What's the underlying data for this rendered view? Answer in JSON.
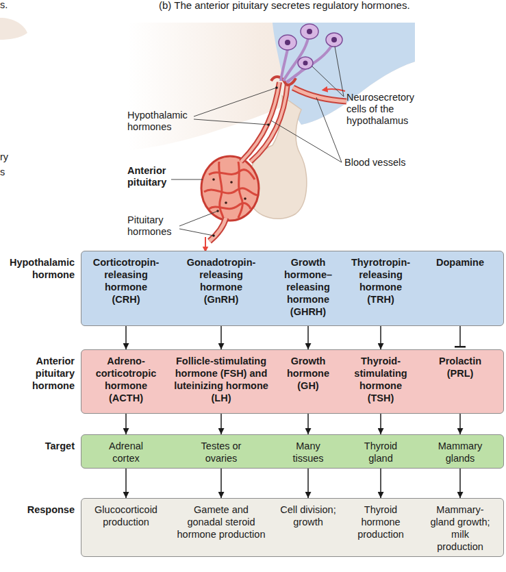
{
  "diagram": {
    "title": "(b) The anterior pituitary secretes regulatory hormones.",
    "nodes": [
      {
        "text": [
          "Hypothalamic hormone"
        ]
      },
      {
        "text": [
          "Corticotropin- releasing hormone (CRH)"
        ],
        "in": 0
      },
      {
        "text": [
          "Gonadotropin- releasing hormone (GnRH)"
        ],
        "in": 0
      },
      {
        "text": [
          "Growth hormone– releasing hormone (GHRH)"
        ],
        "in": 0
      },
      {
        "text": [
          "Thyrotropin- releasing hormone (TRH)"
        ],
        "in": 0
      },
      {
        "text": [
          "Dopamine"
        ],
        "in": 0
      },
      {
        "text": [
          "Anterior pituitary hormone"
        ]
      },
      {
        "text": [
          "Adreno- corticotropic hormone (ACTH)"
        ],
        "in": 6
      },
      {
        "text": [
          "Follicle-stimulating hormone (FSH) and luteinizing hormone (LH)"
        ],
        "in": 6
      },
      {
        "text": [
          "Growth hormone (GH)"
        ],
        "in": 6
      },
      {
        "text": [
          "Thyroid- stimulating hormone (TSH)"
        ],
        "in": 6
      },
      {
        "text": [
          "Prolactin (PRL)"
        ],
        "in": 6
      },
      {
        "text": [
          "Target"
        ]
      },
      {
        "text": [
          "Adrenal cortex"
        ],
        "in": 12
      },
      {
        "text": [
          "Testes or ovaries"
        ],
        "in": 12
      },
      {
        "text": [
          "Many tissues"
        ],
        "in": 12
      },
      {
        "text": [
          "Thyroid gland"
        ],
        "in": 12
      },
      {
        "text": [
          "Mammary glands"
        ],
        "in": 12
      },
      {
        "text": [
          "Response"
        ]
      },
      {
        "text": [
          "Glucocorticoid production"
        ],
        "in": 18
      },
      {
        "text": [
          "Gamete and gonadal steroid hormone production"
        ],
        "in": 18
      },
      {
        "text": [
          "Cell division; growth"
        ],
        "in": 18
      },
      {
        "text": [
          "Thyroid hormone production"
        ],
        "in": 18
      },
      {
        "text": [
          "Mammary- gland growth; milk production"
        ],
        "in": 18
      }
    ],
    "edges": [
      {
        "from": 1,
        "to": 7,
        "arrow": "to"
      },
      {
        "from": 2,
        "to": 8,
        "arrow": "to"
      },
      {
        "from": 3,
        "to": 9,
        "arrow": "to"
      },
      {
        "from": 4,
        "to": 10,
        "arrow": "to"
      },
      {
        "from": 5,
        "to": 11,
        "arrow": "to"
      },
      {
        "from": 7,
        "to": 13,
        "arrow": "to"
      },
      {
        "from": 8,
        "to": 14,
        "arrow": "to"
      },
      {
        "from": 9,
        "to": 15,
        "arrow": "to"
      },
      {
        "from": 10,
        "to": 16,
        "arrow": "to"
      },
      {
        "from": 11,
        "to": 17,
        "arrow": "to"
      },
      {
        "from": 13,
        "to": 19,
        "arrow": "to"
      },
      {
        "from": 14,
        "to": 20,
        "arrow": "to"
      },
      {
        "from": 15,
        "to": 21,
        "arrow": "to"
      },
      {
        "from": 16,
        "to": 22,
        "arrow": "to"
      },
      {
        "from": 17,
        "to": 23,
        "arrow": "to"
      }
    ],
    "labels": [
      "s.",
      "ry",
      "s",
      "Hypothalamic hormones",
      "Neurosecretory cells of the hypothalamus",
      "Blood vessels",
      "Anterior pituitary",
      "Pituitary hormones"
    ]
  }
}
